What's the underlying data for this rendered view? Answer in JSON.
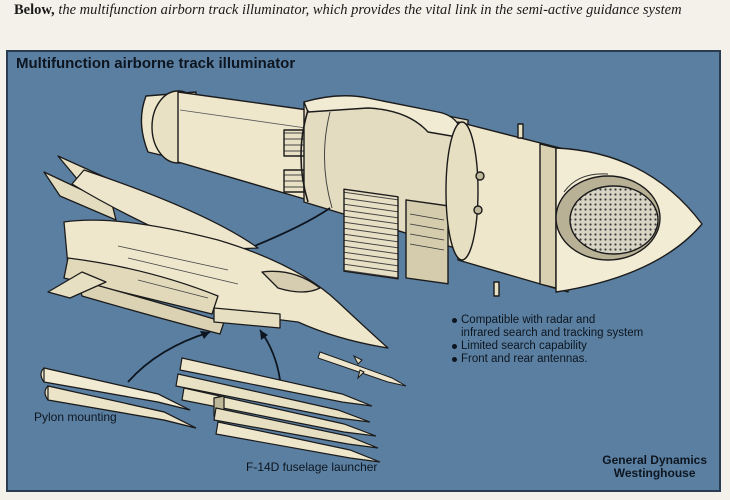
{
  "caption": {
    "lead": "Below,",
    "text": " the multifunction airborn track illuminator, which provides the vital link in the semi-active guidance system"
  },
  "panel": {
    "title": "Multifunction airborne track illuminator",
    "bullets": [
      "Compatible with radar and",
      "infrared search and tracking system",
      "Limited search capability",
      "Front and rear antennas."
    ],
    "labels": {
      "pylon": "Pylon mounting",
      "launcher": "F-14D fuselage launcher"
    },
    "credit": {
      "line1": "General Dynamics",
      "line2": "Westinghouse"
    }
  },
  "colors": {
    "panel_bg": "#5b7fa1",
    "pod": "#eee6cc",
    "ink": "#0d1620"
  }
}
